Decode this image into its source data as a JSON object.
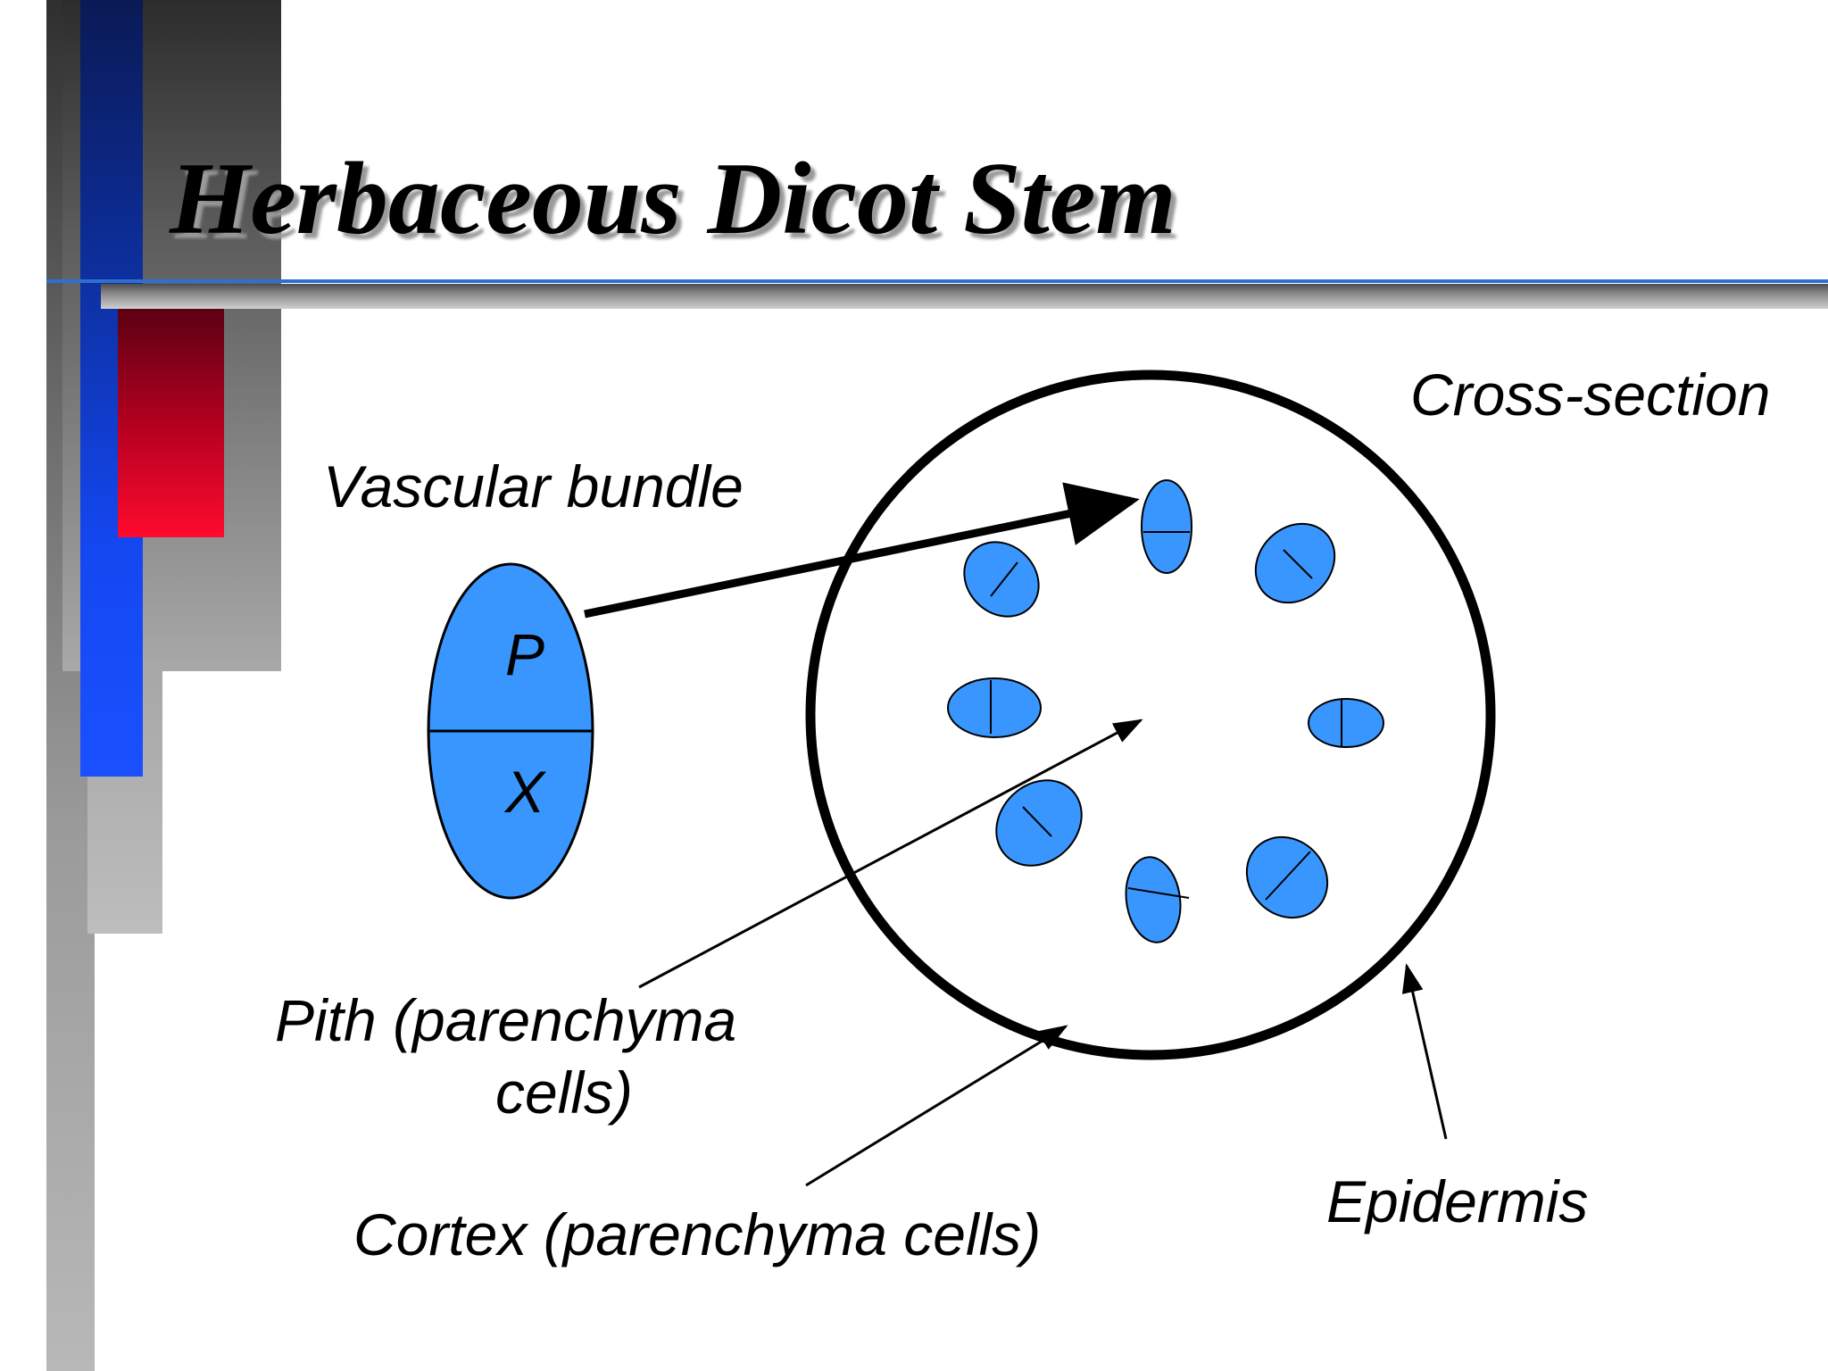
{
  "slide": {
    "title": "Herbaceous Dicot Stem"
  },
  "colors": {
    "bundle_fill": "#3a96ff",
    "outline": "#000000",
    "title_shadow": "#9a9a9a",
    "accent_blue": "#1447f0",
    "accent_red": "#ff0a2e"
  },
  "diagram": {
    "cross_section_label": "Cross-section",
    "vascular_bundle_label": "Vascular bundle",
    "bundle_top_letter": "P",
    "bundle_bottom_letter": "X",
    "pith_label_line1": "Pith (parenchyma",
    "pith_label_line2": "cells)",
    "cortex_label": "Cortex (parenchyma cells)",
    "epidermis_label": "Epidermis"
  }
}
